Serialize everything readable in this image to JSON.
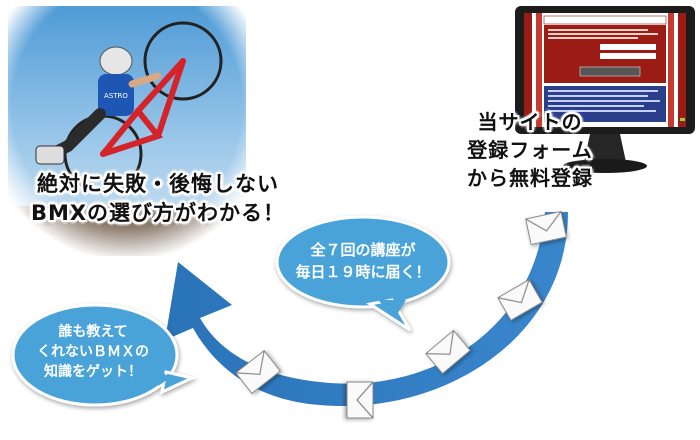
{
  "headline": {
    "line1": "絶対に失敗・後悔しない",
    "line2": "BMXの選び方がわかる！"
  },
  "monitor_caption": {
    "line1": "当サイトの",
    "line2": "登録フォーム",
    "line3": "から無料登録"
  },
  "bubble_schedule": {
    "line1": "全７回の講座が",
    "line2": "毎日１９時に届く！"
  },
  "bubble_knowledge": {
    "line1": "誰も教えて",
    "line2": "くれないＢＭＸの",
    "line3": "知識をゲット！"
  },
  "colors": {
    "arc": "#2d7bc0",
    "bubble": "#4aa3d9",
    "monitor_frame": "#1c1c1c",
    "form_header": "#9b1c14"
  }
}
